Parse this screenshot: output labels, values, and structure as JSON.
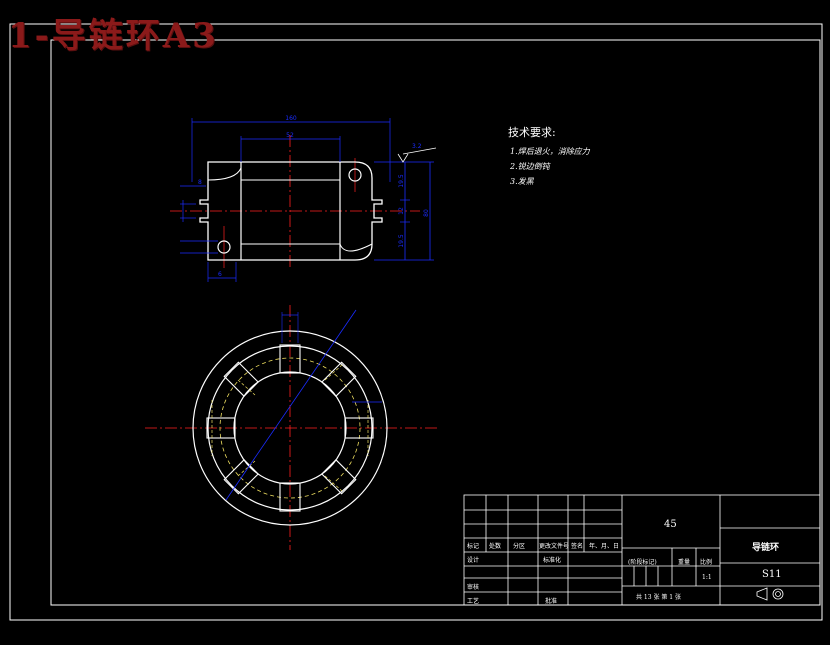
{
  "title_overlay": "1-导链环A3",
  "tech_requirements": {
    "heading": "技术要求:",
    "items": [
      "1.焊后退火，消除应力",
      "2.锐边倒钝",
      "3.发黑"
    ]
  },
  "dimensions": {
    "top_overall": "160",
    "inner_width": "52",
    "roughness": "3.2",
    "height": "80",
    "right_a": "19.5",
    "right_b": "12",
    "right_c": "19.5",
    "left_a": "8",
    "left_b": "6"
  },
  "title_block": {
    "material": "45",
    "part_name": "导链环",
    "drawing_no": "S11",
    "row_labels": [
      "标记",
      "处数",
      "分区",
      "更改文件号",
      "签名",
      "年、月、日"
    ],
    "design": "设计",
    "standardization": "标准化",
    "review": "审核",
    "process": "工艺",
    "approve": "批准",
    "stage_mark": "(阶段标记)",
    "weight": "重量",
    "scale_label": "比例",
    "scale_value": "1:1",
    "sheet_info": "共 13 张   第 1 张"
  },
  "colors": {
    "outline": "#ffffff",
    "dimension": "#1a2cff",
    "centerline": "#ff2020",
    "hidden": "#f0e060",
    "title_overlay": "#8b1a1a"
  }
}
